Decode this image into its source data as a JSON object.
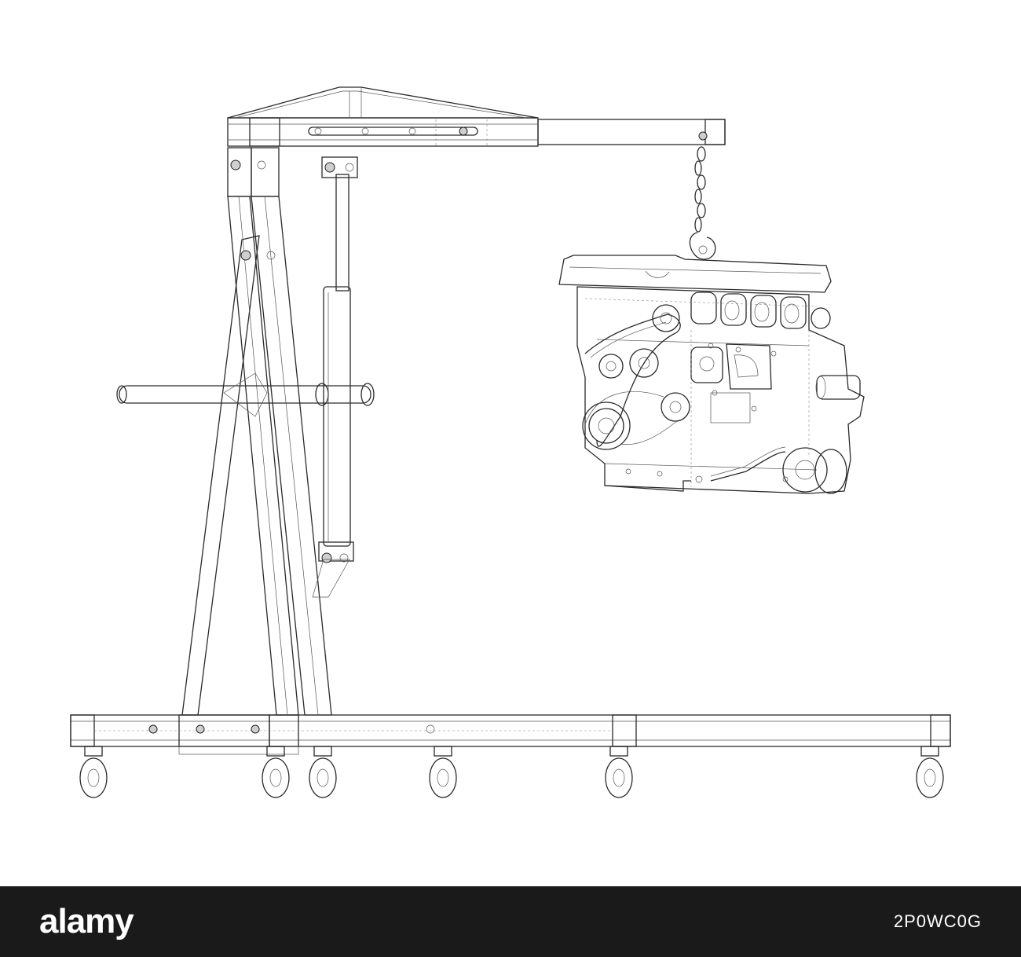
{
  "banner": {
    "logo_text": "alamy",
    "stock_id": "2P0WC0G",
    "background": "#1a1a1a",
    "text_color": "#ffffff"
  },
  "drawing": {
    "subject": "engine-hoist-with-engine",
    "line_color": "#2a2a2a",
    "background": "#ffffff"
  }
}
